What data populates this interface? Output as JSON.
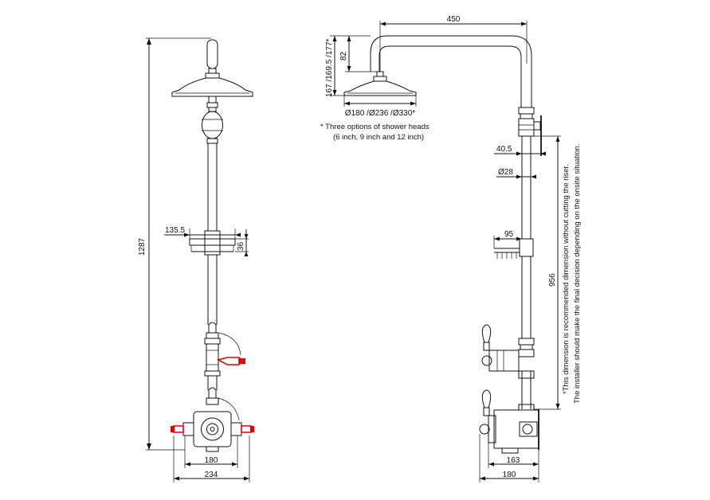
{
  "front_view": {
    "dimensions": {
      "total_height": "1287",
      "soap_dish_width": "135.5",
      "soap_dish_height": "36",
      "valve_centres": "180",
      "overall_width": "234"
    }
  },
  "side_view": {
    "dimensions": {
      "arm_projection": "450",
      "head_height": "167 /169.5 /177*",
      "arm_drop": "82",
      "head_diameters": "Ø180 /Ø236 /Ø330*",
      "wall_bracket": "40.5",
      "riser_diameter": "Ø28",
      "soap_dish_depth": "95",
      "riser_length": "956",
      "valve_depth": "163",
      "overall_depth": "180"
    },
    "head_note_line1": "* Three options of shower heads",
    "head_note_line2": "(6 inch, 9 inch and 12 inch)",
    "riser_note_line1": "*This dimension is recommended dimension without cutting the riser.",
    "riser_note_line2": "The installer should make the final decision depending on the onsite situation."
  },
  "colors": {
    "lines": "#111111",
    "handles": "#e00000"
  }
}
